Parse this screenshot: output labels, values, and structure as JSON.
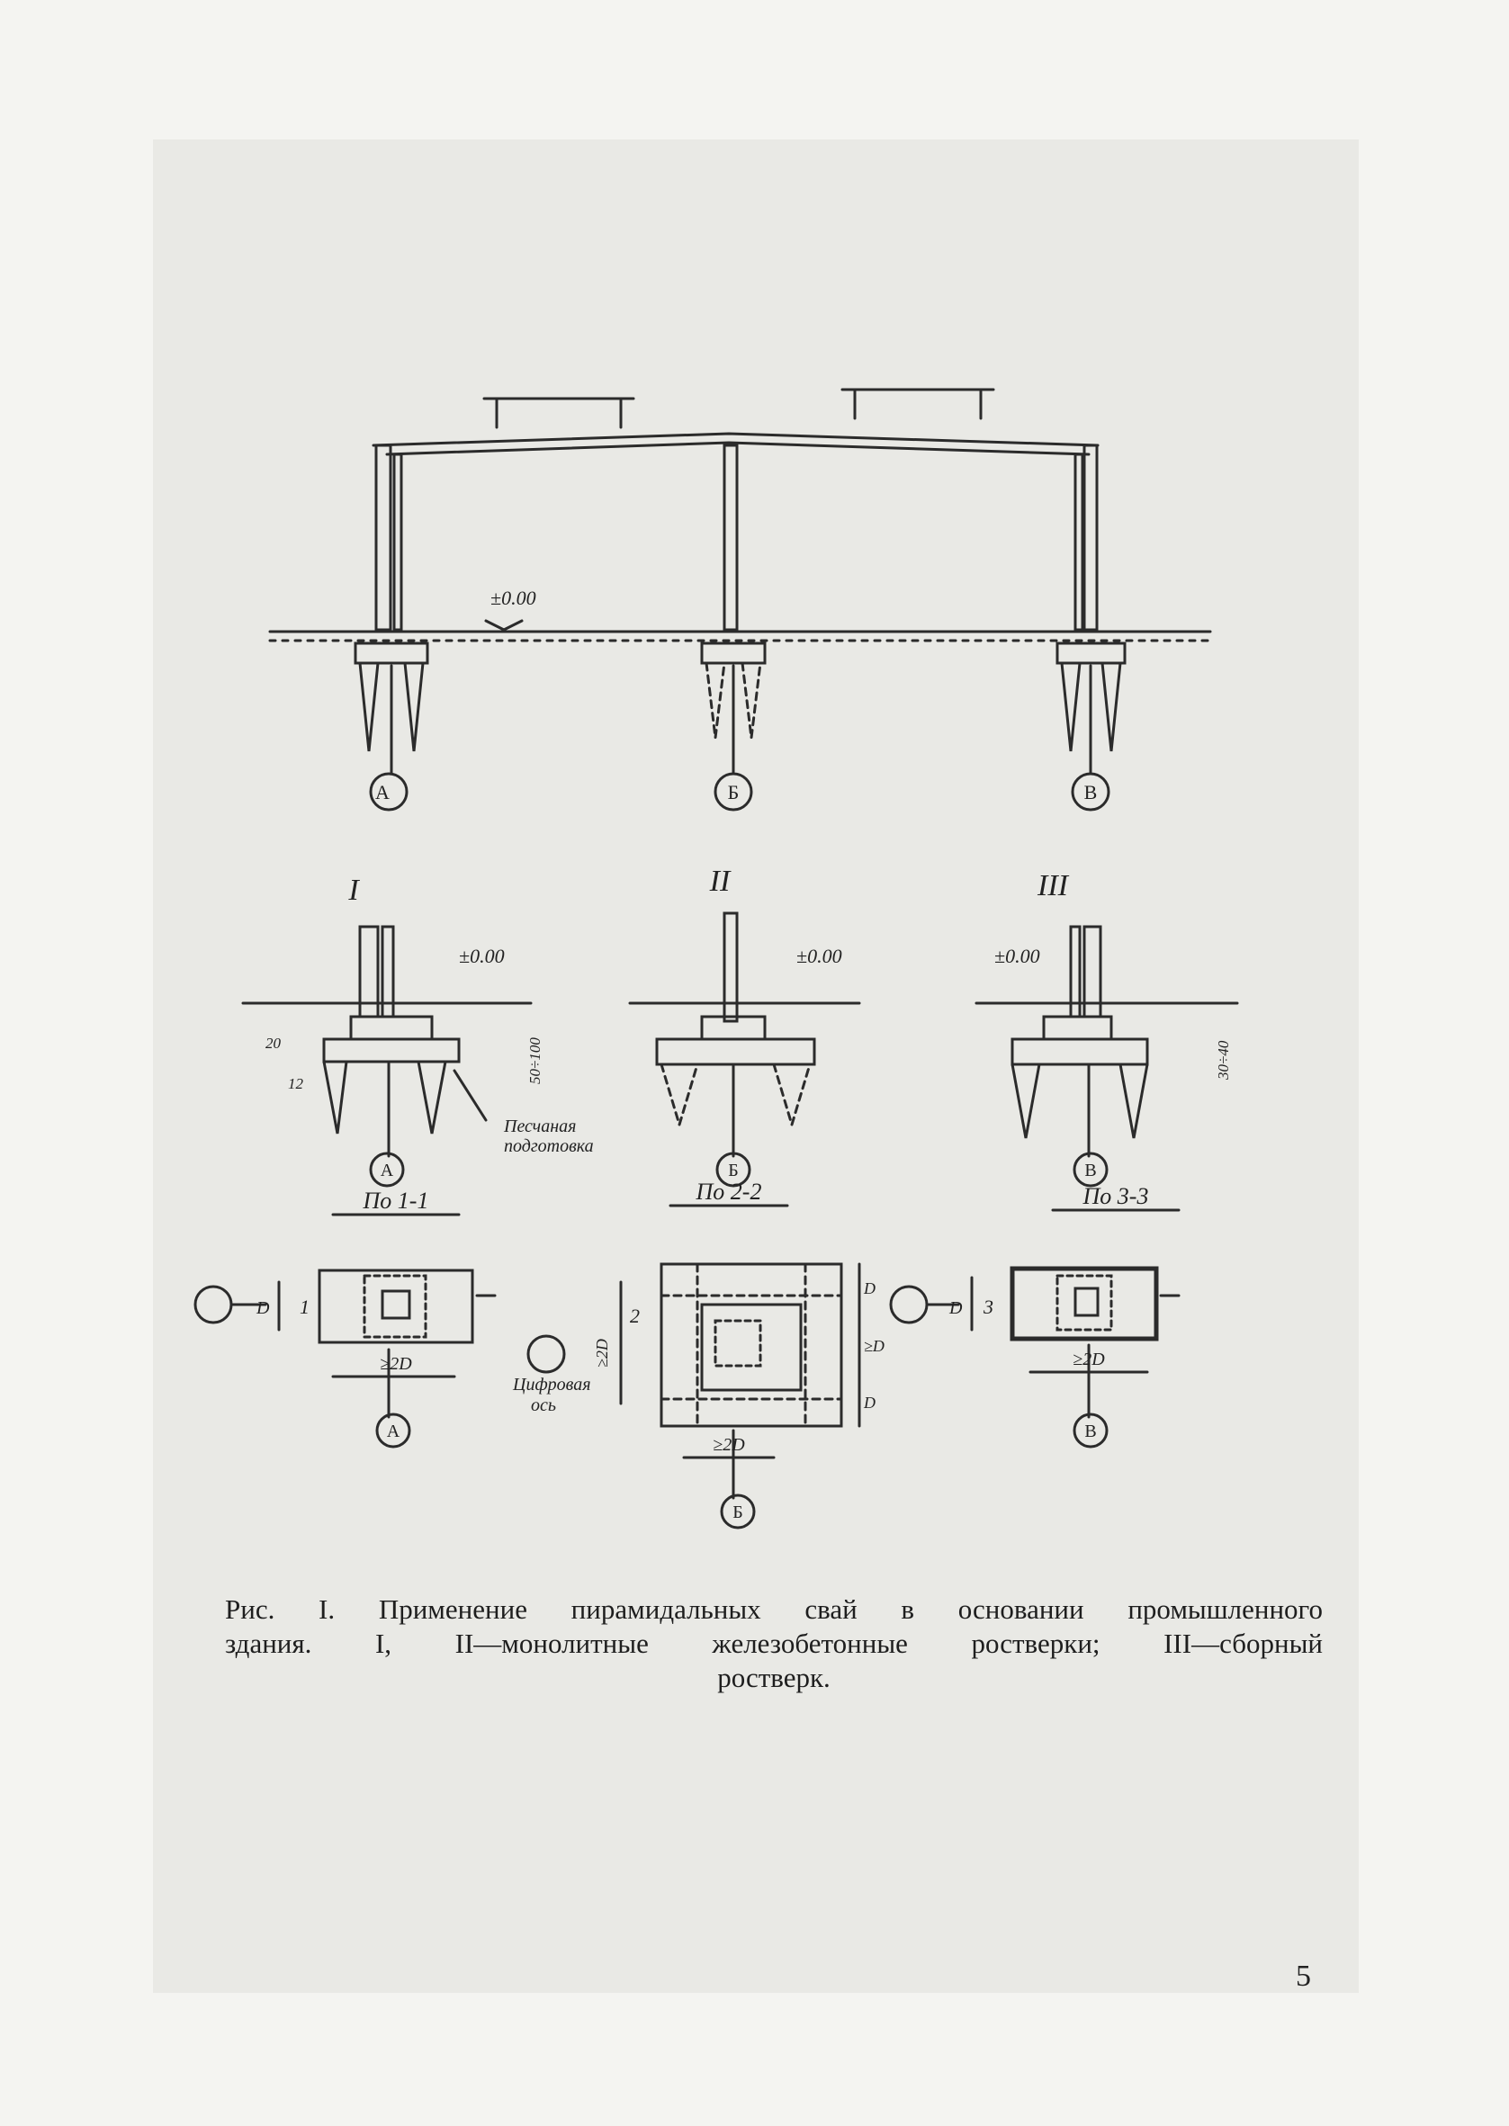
{
  "figure": {
    "elevation_label": "±0.00",
    "axes": [
      "А",
      "Б",
      "В"
    ],
    "details": [
      {
        "roman": "I",
        "elevation": "±0.00",
        "axis": "А",
        "dims": [
          "20",
          "12",
          "50÷100"
        ],
        "callout": [
          "Песчаная",
          "подготовка"
        ]
      },
      {
        "roman": "II",
        "elevation": "±0.00",
        "axis": "Б"
      },
      {
        "roman": "III",
        "elevation": "±0.00",
        "axis": "В",
        "dims": [
          "30÷40"
        ]
      }
    ],
    "plans": [
      {
        "title": "По 1-1",
        "axis": "А",
        "section_mark": "1",
        "dim_side": "D",
        "dim_bottom": "≥2D"
      },
      {
        "title": "По 2-2",
        "axis": "Б",
        "section_mark": "2",
        "dim_side": "≥2D",
        "dim_bottom": "≥2D",
        "dim_right": [
          "D",
          "≥D",
          "D"
        ],
        "callout": [
          "Цифровая",
          "ось"
        ]
      },
      {
        "title": "По 3-3",
        "axis": "В",
        "section_mark": "3",
        "dim_side": "D",
        "dim_bottom": "≥2D"
      }
    ]
  },
  "caption": {
    "line1": "Рис. I. Применение пирамидальных свай в основании промышленного",
    "line2": "здания. I, II—монолитные железобетонные ростверки; III—сборный",
    "line3": "ростверк."
  },
  "page_number": "5"
}
